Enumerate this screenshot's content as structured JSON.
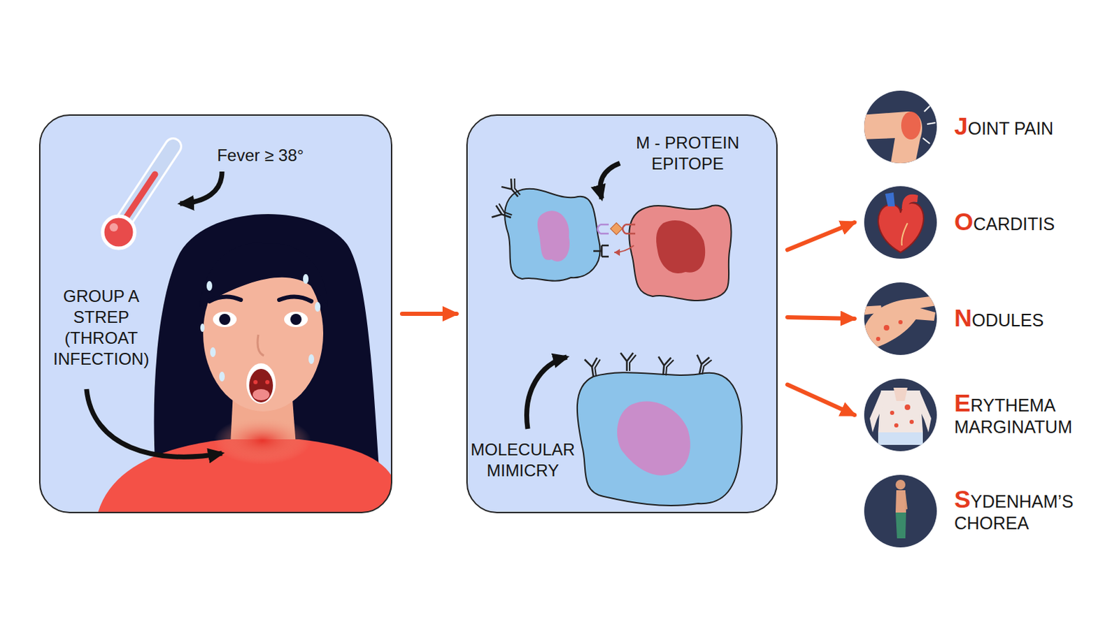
{
  "diagram": {
    "nodes": [
      {
        "text": [
          "Fever ≥ 38°",
          "GROUP A STREP (THROAT INFECTION)"
        ]
      },
      {
        "text": [
          "M - PROTEIN EPITOPE",
          "MOLECULAR MIMICRY"
        ]
      },
      {
        "text": [
          "JOINT PAIN"
        ]
      },
      {
        "text": [
          "OCARDITIS"
        ]
      },
      {
        "text": [
          "NODULES"
        ]
      },
      {
        "text": [
          "ERYTHEMA MARGINATUM"
        ]
      },
      {
        "text": [
          "SYDENHAM’S CHOREA"
        ]
      }
    ],
    "edges": [
      {
        "from": 0,
        "to": 1,
        "arrow": "to"
      },
      {
        "from": 1,
        "to": 3,
        "arrow": "to"
      },
      {
        "from": 1,
        "to": 4,
        "arrow": "to"
      },
      {
        "from": 1,
        "to": 5,
        "arrow": "to"
      }
    ]
  }
}
